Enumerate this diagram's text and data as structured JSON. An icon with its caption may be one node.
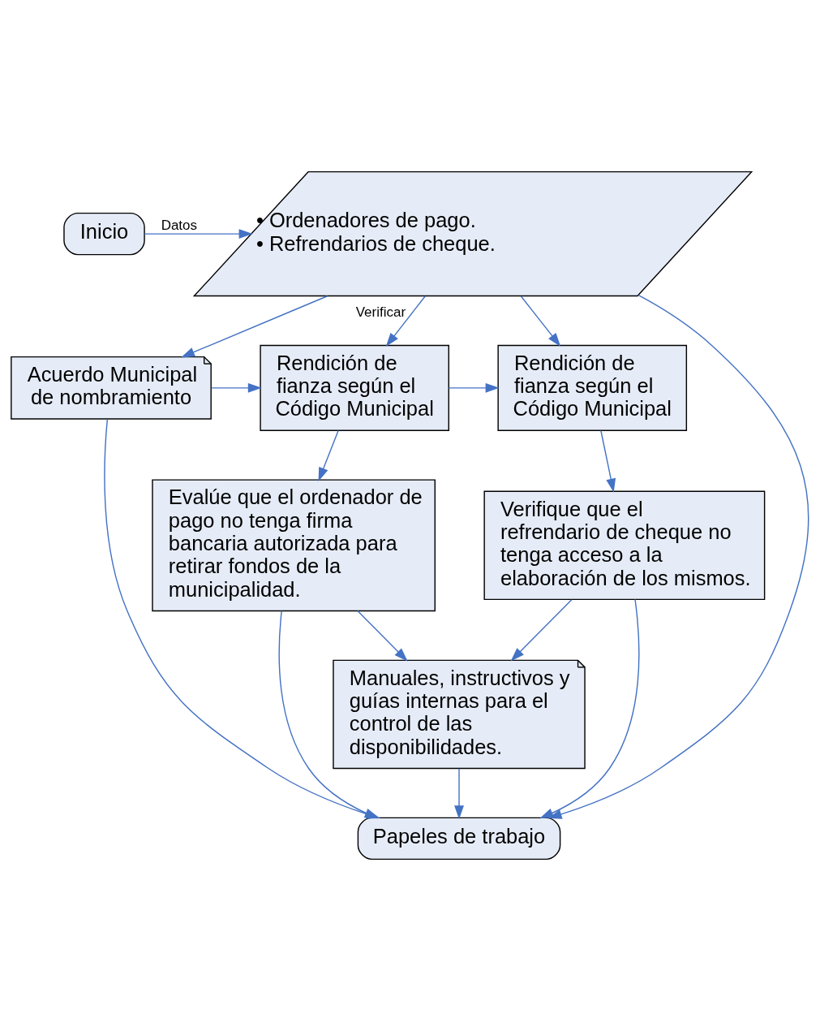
{
  "diagram": {
    "nodes": [
      {
        "text": [
          "Inicio"
        ]
      },
      {
        "text": [
          "• Ordenadores de pago.",
          "• Refrendarios de cheque."
        ]
      },
      {
        "text": [
          "Acuerdo Municipal de nombramiento"
        ]
      },
      {
        "text": [
          "Rendición de fianza según el Código Municipal"
        ]
      },
      {
        "text": [
          "Rendición de fianza según el Código Municipal"
        ]
      },
      {
        "text": [
          "Evalúe que el ordenador de pago no tenga firma bancaria autorizada para retirar fondos de la municipalidad."
        ]
      },
      {
        "text": [
          "Verifique que el refrendario de cheque no tenga acceso a la elaboración de los mismos."
        ]
      },
      {
        "text": [
          "Manuales, instructivos y guías internas para el control de las disponibilidades."
        ]
      },
      {
        "text": [
          "Papeles de trabajo"
        ]
      }
    ],
    "edges": [
      {
        "from": 0,
        "to": 1,
        "arrow": "to",
        "label": "Datos"
      },
      {
        "from": 1,
        "to": 2,
        "arrow": "to"
      },
      {
        "from": 1,
        "to": 3,
        "arrow": "to",
        "label": "Verificar"
      },
      {
        "from": 1,
        "to": 4,
        "arrow": "to"
      },
      {
        "from": 1,
        "to": 8,
        "arrow": "to"
      },
      {
        "from": 2,
        "to": 3,
        "arrow": "to"
      },
      {
        "from": 3,
        "to": 4,
        "arrow": "to"
      },
      {
        "from": 3,
        "to": 5,
        "arrow": "to"
      },
      {
        "from": 4,
        "to": 6,
        "arrow": "to"
      },
      {
        "from": 5,
        "to": 7,
        "arrow": "to"
      },
      {
        "from": 6,
        "to": 7,
        "arrow": "to"
      },
      {
        "from": 7,
        "to": 8,
        "arrow": "to"
      },
      {
        "from": 2,
        "to": 8,
        "arrow": "to"
      },
      {
        "from": 5,
        "to": 8,
        "arrow": "to"
      },
      {
        "from": 6,
        "to": 8,
        "arrow": "to"
      }
    ]
  }
}
